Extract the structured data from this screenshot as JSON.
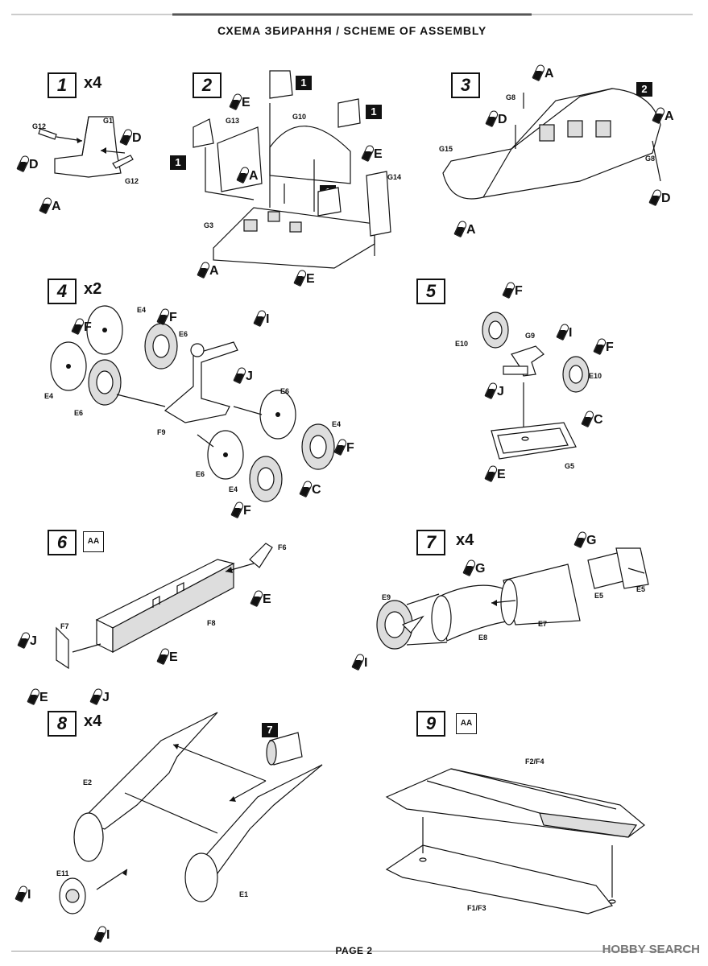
{
  "header": {
    "title": "СХЕМА ЗБИРАННЯ / SCHEME OF ASSEMBLY"
  },
  "steps": [
    {
      "num": "1",
      "multiplier": "x4"
    },
    {
      "num": "2"
    },
    {
      "num": "3"
    },
    {
      "num": "4",
      "multiplier": "x2"
    },
    {
      "num": "5"
    },
    {
      "num": "6"
    },
    {
      "num": "7",
      "multiplier": "x4"
    },
    {
      "num": "8",
      "multiplier": "x4"
    },
    {
      "num": "9"
    }
  ],
  "refs": {
    "one": "1",
    "two": "2",
    "seven": "7"
  },
  "aa_icon": "AA",
  "parts": {
    "s1": [
      "G12",
      "G1",
      "G12"
    ],
    "s2": [
      "G13",
      "G10",
      "G14",
      "G3"
    ],
    "s3": [
      "G8",
      "G15",
      "G8"
    ],
    "s4": [
      "E4",
      "E6",
      "E4",
      "E6",
      "F9",
      "E6",
      "E4",
      "E6",
      "E4"
    ],
    "s5": [
      "G9",
      "E10",
      "E10",
      "G5"
    ],
    "s6": [
      "F6",
      "F7",
      "F8"
    ],
    "s7": [
      "E9",
      "E8",
      "E7",
      "E5",
      "E5"
    ],
    "s8": [
      "E2",
      "E11",
      "E1"
    ],
    "s9": [
      "F2/F4",
      "F1/F3"
    ]
  },
  "paint": {
    "s1": [
      "D",
      "D",
      "A"
    ],
    "s2": [
      "E",
      "A",
      "E",
      "A",
      "E"
    ],
    "s3": [
      "A",
      "D",
      "A",
      "D",
      "A"
    ],
    "s4": [
      "F",
      "F",
      "I",
      "J",
      "F",
      "C",
      "F"
    ],
    "s5": [
      "F",
      "I",
      "F",
      "J",
      "C",
      "E"
    ],
    "s6": [
      "E",
      "J",
      "E",
      "J",
      "E"
    ],
    "s7": [
      "G",
      "G",
      "I"
    ],
    "s8": [
      "I",
      "I"
    ]
  },
  "footer": {
    "page": "PAGE 2",
    "watermark": "HOBBY SEARCH"
  }
}
